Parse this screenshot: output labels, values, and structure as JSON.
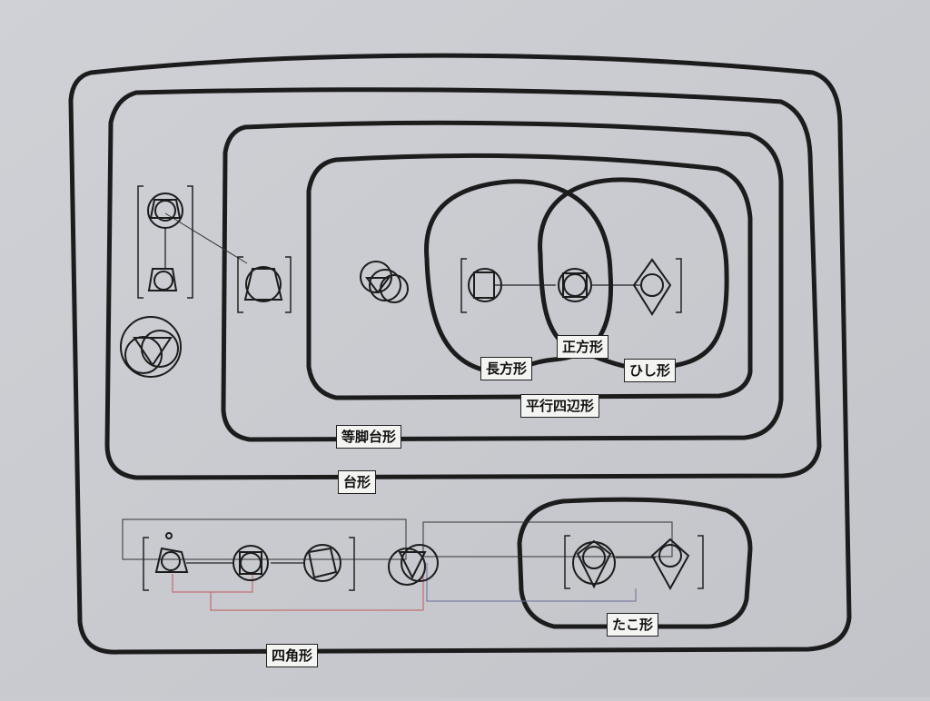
{
  "regions": {
    "quadrilateral": "四角形",
    "trapezoid": "台形",
    "isosceles_trapezoid": "等脚台形",
    "parallelogram": "平行四辺形",
    "rectangle": "長方形",
    "square": "正方形",
    "rhombus": "ひし形",
    "kite": "たこ形"
  },
  "colors": {
    "paper": "#c9cbd0",
    "ink": "#1c1c1c",
    "label_bg": "#f4f4f2",
    "red_link": "#c25a5a",
    "blue_link": "#6a6e9a"
  }
}
